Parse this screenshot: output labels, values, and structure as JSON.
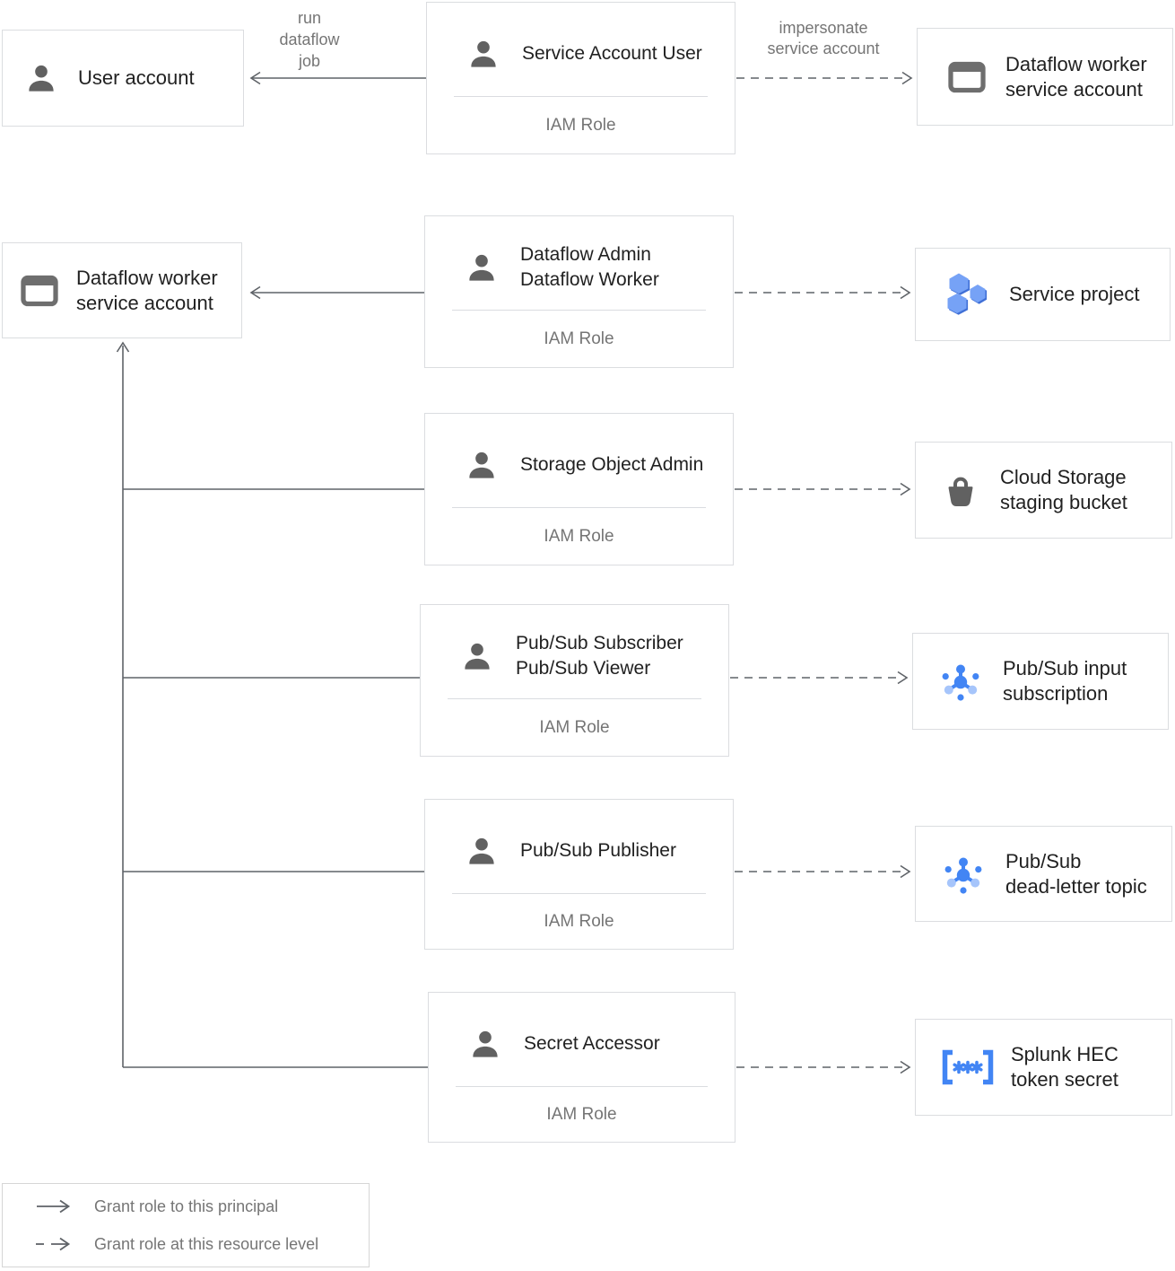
{
  "nodes": {
    "user_account": {
      "line1": "User account"
    },
    "dataflow_worker_sa_top": {
      "line1": "Dataflow worker",
      "line2": "service account"
    },
    "dataflow_worker_sa_left": {
      "line1": "Dataflow worker",
      "line2": "service account"
    },
    "service_project": {
      "line1": "Service project"
    },
    "cloud_storage_bucket": {
      "line1": "Cloud Storage",
      "line2": "staging bucket"
    },
    "pubsub_input_subscription": {
      "line1": "Pub/Sub input",
      "line2": "subscription"
    },
    "pubsub_dead_letter_topic": {
      "line1": "Pub/Sub",
      "line2": "dead-letter topic"
    },
    "splunk_hec_token_secret": {
      "line1": "Splunk HEC",
      "line2": "token secret"
    }
  },
  "roles": [
    {
      "line1": "Service Account User",
      "subtitle": "IAM Role"
    },
    {
      "line1": "Dataflow Admin",
      "line2": "Dataflow Worker",
      "subtitle": "IAM Role"
    },
    {
      "line1": "Storage Object Admin",
      "subtitle": "IAM Role"
    },
    {
      "line1": "Pub/Sub Subscriber",
      "line2": "Pub/Sub Viewer",
      "subtitle": "IAM Role"
    },
    {
      "line1": "Pub/Sub Publisher",
      "subtitle": "IAM Role"
    },
    {
      "line1": "Secret Accessor",
      "subtitle": "IAM Role"
    }
  ],
  "edge_labels": {
    "run_dataflow_job": "run dataflow job",
    "impersonate_service_account": "impersonate service account"
  },
  "legend": {
    "solid_label": "Grant role to this principal",
    "dashed_label": "Grant role at this resource level"
  },
  "colors": {
    "line": "#5F6368",
    "box_border": "#DBDDE0",
    "title_text": "#212121",
    "muted_text": "#757575",
    "icon_gray": "#616161",
    "blue": "#4285F4",
    "light_blue": "#A6C5FB"
  }
}
